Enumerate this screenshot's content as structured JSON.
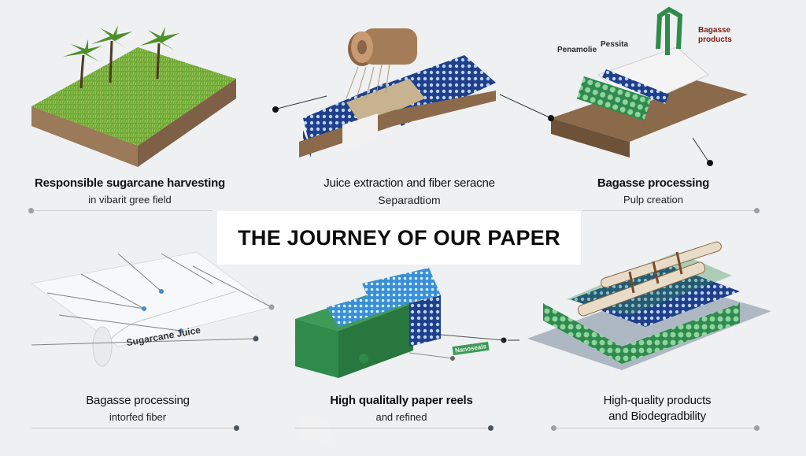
{
  "title": "THE JOURNEY OF OUR PAPER",
  "steps": [
    {
      "title": "Responsible sugarcane harvesting",
      "subtitle": "in vibarit gree field"
    },
    {
      "title": "Juice extraction and fiber seracne",
      "subtitle": "Separadtiom"
    },
    {
      "title": "Bagasse processing",
      "subtitle": "Pulp creation"
    },
    {
      "title": "Bagasse processing",
      "subtitle": "intorfed fiber"
    },
    {
      "title": "High qualitally paper reels",
      "subtitle": "and refined"
    },
    {
      "title": "High-quality products",
      "subtitle": "and Biodegradbility"
    }
  ],
  "labels": {
    "bagasse_products": "Bagasse products",
    "bagasse_line1": "Bagasse",
    "bagasse_line2": "products",
    "machine_left": "Penamolie",
    "machine_right": "Pessita",
    "sugarcane_juice": "Sugarcane Juice",
    "reel_tag": "Nanoseals"
  },
  "colors": {
    "grass": "#6aa033",
    "soil": "#8a6a4a",
    "blue": "#2b4a96",
    "green": "#2e8b4a",
    "title_bg": "#ffffff"
  }
}
